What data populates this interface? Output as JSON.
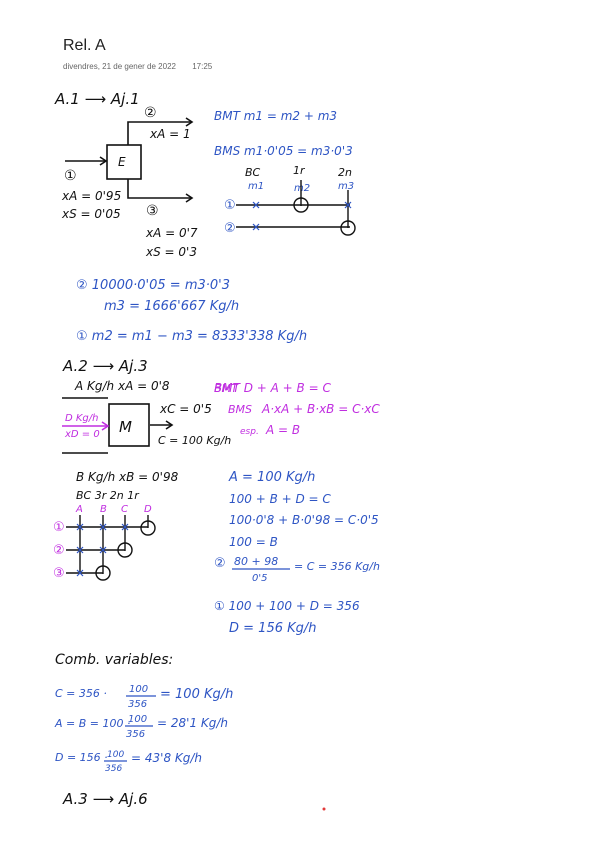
{
  "page": {
    "title": "Rel. A",
    "date": "divendres, 21 de gener de 2022",
    "time": "17:25"
  },
  "a1": {
    "heading": "A.1 ⟶ Aj.1",
    "box_label": "E",
    "stream1_label": "①",
    "stream2_label": "②",
    "stream3_label": "③",
    "s2_xa": "xA = 1",
    "s1_xa": "xA = 0'95",
    "s1_xs": "xS = 0'05",
    "s3_xa": "xA = 0'7",
    "s3_xs": "xS = 0'3",
    "bmt": "BMT  m1 = m2 + m3",
    "bms": "BMS  m1·0'05 = m3·0'3",
    "matrix_cols": [
      "BC",
      "1r",
      "2n"
    ],
    "matrix_cols_sub": [
      "m1",
      "m2",
      "m3"
    ],
    "matrix_rows": [
      "①",
      "②"
    ],
    "calc2": "② 10000·0'05 = m3·0'3",
    "calc2b": "m3 = 1666'667 Kg/h",
    "calc1": "① m2 = m1 − m3 = 8333'338 Kg/h"
  },
  "a2": {
    "heading": "A.2 ⟶ Aj.3",
    "in_a": "A Kg/h   xA = 0'8",
    "in_d": "D Kg/h",
    "in_d_x": "xD = 0",
    "box_label": "M",
    "out_xc": "xC = 0'5",
    "out_c": "C = 100 Kg/h",
    "in_b": "B Kg/h   xB = 0'98",
    "bmt": "BMT  D + A + B = C",
    "bms_label": "BMS",
    "bms_eq": "A·xA + B·xB = C·xC",
    "esp_label": "esp.",
    "esp_eq": "A = B",
    "matrix_head": "BC  3r  2n  1r",
    "matrix_cols": [
      "A",
      "B",
      "C",
      "D"
    ],
    "matrix_rows": [
      "①",
      "②",
      "③"
    ],
    "eq1": "A = 100 Kg/h",
    "eq2": "100 + B + D = C",
    "eq3": "100·0'8 + B·0'98 = C·0'5",
    "eq4": "100 = B",
    "eq5_num": "80 + 98",
    "eq5_den": "0'5",
    "eq5_prefix": "②",
    "eq5_res": "= C = 356 Kg/h",
    "eq6": "① 100 + 100 + D = 356",
    "eq7": "D = 156 Kg/h"
  },
  "comb": {
    "heading": "Comb. variables:",
    "c_pre": "C = 356 ·",
    "c_num": "100",
    "c_den": "356",
    "c_res": "= 100 Kg/h",
    "a_pre": "A = B = 100 ·",
    "a_num": "100",
    "a_den": "356",
    "a_res": "= 28'1 Kg/h",
    "d_pre": "D = 156 ·",
    "d_num": "100",
    "d_den": "356",
    "d_res": "= 43'8 Kg/h"
  },
  "a3": {
    "heading": "A.3 ⟶ Aj.6"
  },
  "colors": {
    "ink": "#111111",
    "blue": "#2e55c4",
    "magenta": "#c02ee0"
  }
}
